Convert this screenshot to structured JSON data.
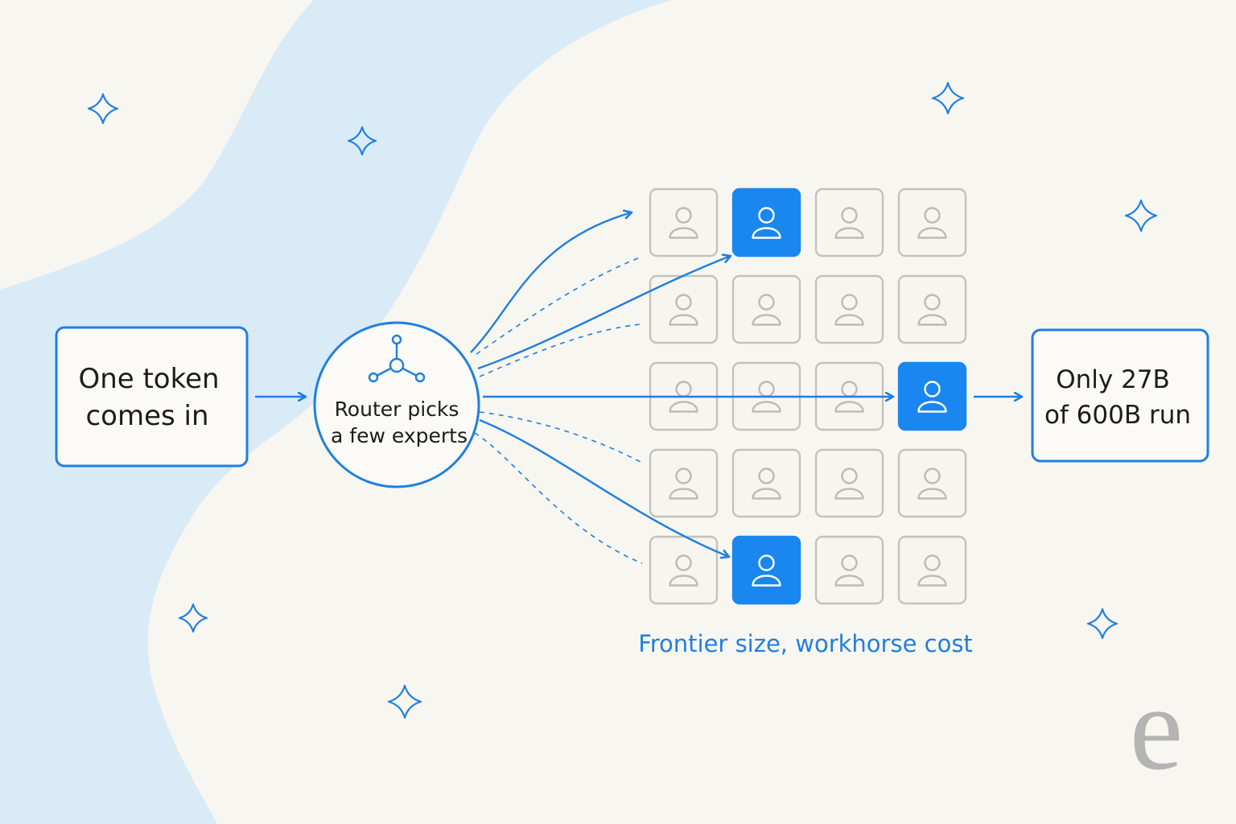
{
  "diagram": {
    "input_label_line1": "One token",
    "input_label_line2": "comes in",
    "router_label_line1": "Router picks",
    "router_label_line2": "a few experts",
    "output_label_line1": "Only 27B",
    "output_label_line2": "of 600B run",
    "caption": "Frontier size, workhorse cost",
    "logo_letter": "e",
    "expert_grid": {
      "rows": 5,
      "cols": 4,
      "active": [
        [
          0,
          1
        ],
        [
          2,
          3
        ],
        [
          4,
          1
        ]
      ]
    }
  },
  "colors": {
    "accent": "#1f7fe0",
    "active_fill": "#1a86ef",
    "inactive_stroke": "#c4c2bd",
    "background": "#f8f6f1",
    "wave": "#d9ebf7",
    "text": "#1c1c1c"
  },
  "icons": [
    "sparkle-icon",
    "network-icon",
    "person-icon",
    "arrow-icon"
  ]
}
